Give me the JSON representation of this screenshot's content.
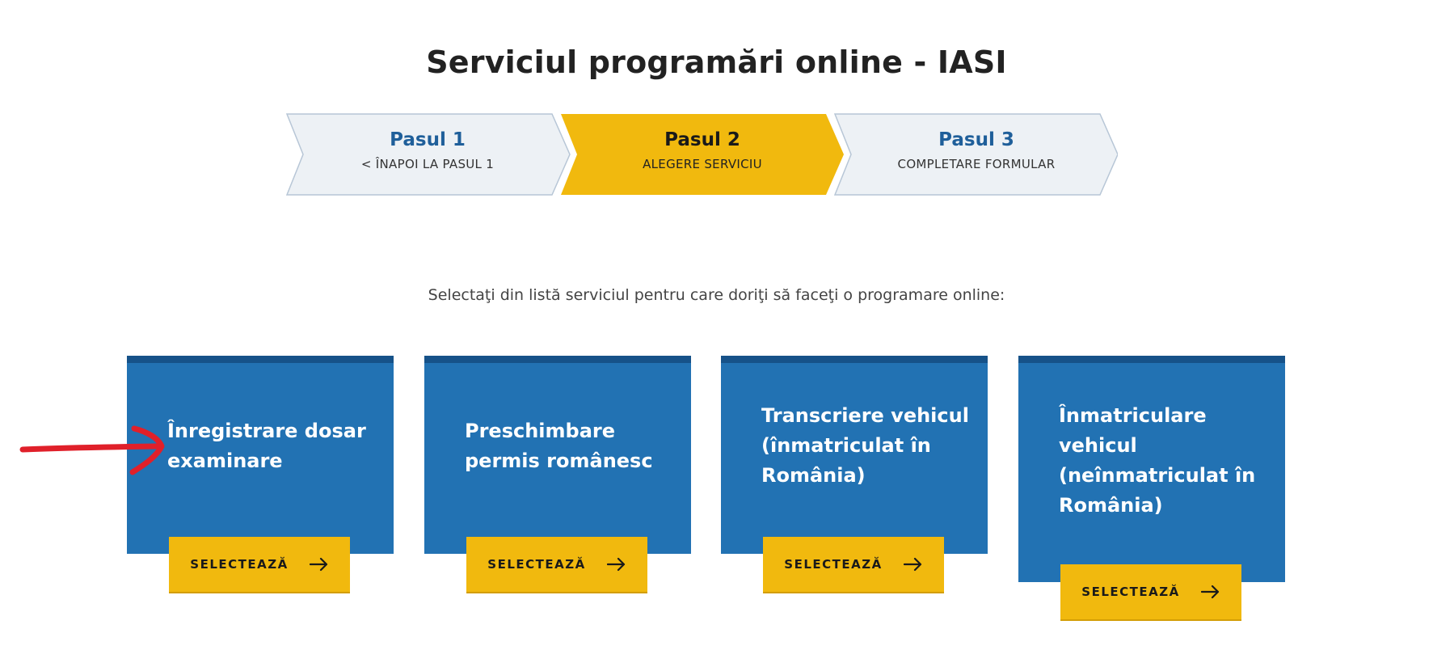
{
  "page": {
    "title": "Serviciul programări online - IASI"
  },
  "steps": [
    {
      "title": "Pasul 1",
      "subtitle": "< ÎNAPOI LA PASUL 1",
      "state": "inactive"
    },
    {
      "title": "Pasul 2",
      "subtitle": "ALEGERE SERVICIU",
      "state": "active"
    },
    {
      "title": "Pasul 3",
      "subtitle": "COMPLETARE FORMULAR",
      "state": "inactive"
    }
  ],
  "instruction": "Selectaţi din listă serviciul pentru care doriţi să faceţi o programare online:",
  "services": [
    {
      "title": "Înregistrare dosar examinare",
      "button_label": "SELECTEAZĂ"
    },
    {
      "title": "Preschimbare permis românesc",
      "button_label": "SELECTEAZĂ"
    },
    {
      "title": "Transcriere vehicul (înmatriculat în România)",
      "button_label": "SELECTEAZĂ"
    },
    {
      "title": "Înmatriculare vehicul (neînmatriculat în România)",
      "button_label": "SELECTEAZĂ"
    }
  ],
  "icons": {
    "button_arrow": "arrow-right-icon",
    "annotation": "red-arrow-icon"
  },
  "colors": {
    "card_blue": "#2272b3",
    "card_border": "#165289",
    "accent_yellow": "#f1b90e",
    "step_inactive_bg": "#edf1f5",
    "step_text_blue": "#1f5f9a",
    "annotation_red": "#e0202a"
  }
}
